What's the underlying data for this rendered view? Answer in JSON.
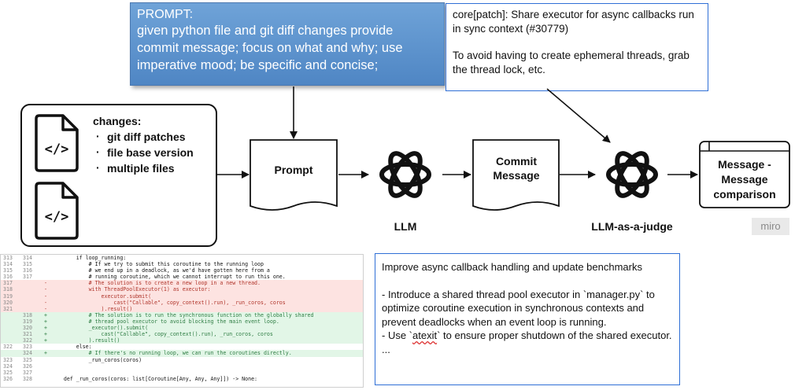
{
  "prompt": {
    "title": "PROMPT:",
    "text": "given python file and git diff changes provide commit message; focus on what and why; use imperative mood; be specific and concise;"
  },
  "reference_commit": {
    "line1": "core[patch]: Share executor for async callbacks run in sync context (#30779)",
    "line2": "To avoid having to create ephemeral threads, grab the thread lock, etc."
  },
  "changes": {
    "title": "changes:",
    "items": [
      "git diff patches",
      "file base version",
      "multiple files"
    ]
  },
  "nodes": {
    "prompt": "Prompt",
    "llm": "LLM",
    "commit_message": "Commit Message",
    "judge": "LLM-as-a-judge",
    "comparison": "Message - Message comparison"
  },
  "badge": "miro",
  "generated": {
    "title": "Improve async callback handling and update benchmarks",
    "bullet1": "- Introduce a shared thread pool executor in `manager.py` to optimize coroutine execution in synchronous contexts and prevent deadlocks when an event loop is running.",
    "bullet2_pre": "- Use `",
    "bullet2_word": "atexit",
    "bullet2_post": "` to ensure proper shutdown of the shared executor.",
    "ellipsis": "..."
  },
  "diff": [
    {
      "o": "313",
      "n": "314",
      "s": "",
      "t": "ctx",
      "code": "        if loop_running:"
    },
    {
      "o": "314",
      "n": "315",
      "s": "",
      "t": "ctx",
      "code": "            # If we try to submit this coroutine to the running loop"
    },
    {
      "o": "315",
      "n": "316",
      "s": "",
      "t": "ctx",
      "code": "            # we end up in a deadlock, as we'd have gotten here from a"
    },
    {
      "o": "316",
      "n": "317",
      "s": "",
      "t": "ctx",
      "code": "            # running coroutine, which we cannot interrupt to run this one."
    },
    {
      "o": "317",
      "n": "",
      "s": "-",
      "t": "del",
      "code": "            # The solution is to create a new loop in a new thread."
    },
    {
      "o": "318",
      "n": "",
      "s": "-",
      "t": "del",
      "code": "            with ThreadPoolExecutor(1) as executor:"
    },
    {
      "o": "319",
      "n": "",
      "s": "-",
      "t": "del",
      "code": "                executor.submit("
    },
    {
      "o": "320",
      "n": "",
      "s": "-",
      "t": "del",
      "code": "                    cast(\"Callable\", copy_context().run), _run_coros, coros"
    },
    {
      "o": "321",
      "n": "",
      "s": "-",
      "t": "del",
      "code": "                ).result()"
    },
    {
      "o": "",
      "n": "318",
      "s": "+",
      "t": "add",
      "code": "            # The solution is to run the synchronous function on the globally shared"
    },
    {
      "o": "",
      "n": "319",
      "s": "+",
      "t": "add",
      "code": "            # thread pool executor to avoid blocking the main event loop."
    },
    {
      "o": "",
      "n": "320",
      "s": "+",
      "t": "add",
      "code": "            _executor().submit("
    },
    {
      "o": "",
      "n": "321",
      "s": "+",
      "t": "add",
      "code": "                cast(\"Callable\", copy_context().run), _run_coros, coros"
    },
    {
      "o": "",
      "n": "322",
      "s": "+",
      "t": "add",
      "code": "            ).result()"
    },
    {
      "o": "322",
      "n": "323",
      "s": "",
      "t": "ctx",
      "code": "        else:"
    },
    {
      "o": "",
      "n": "324",
      "s": "+",
      "t": "add",
      "code": "            # If there's no running loop, we can run the coroutines directly."
    },
    {
      "o": "323",
      "n": "325",
      "s": "",
      "t": "ctx",
      "code": "            _run_coros(coros)"
    },
    {
      "o": "324",
      "n": "326",
      "s": "",
      "t": "ctx",
      "code": ""
    },
    {
      "o": "325",
      "n": "327",
      "s": "",
      "t": "ctx",
      "code": ""
    },
    {
      "o": "326",
      "n": "328",
      "s": "",
      "t": "ctx",
      "code": "    def _run_coros(coros: list[Coroutine[Any, Any, Any]]) -> None:"
    }
  ]
}
